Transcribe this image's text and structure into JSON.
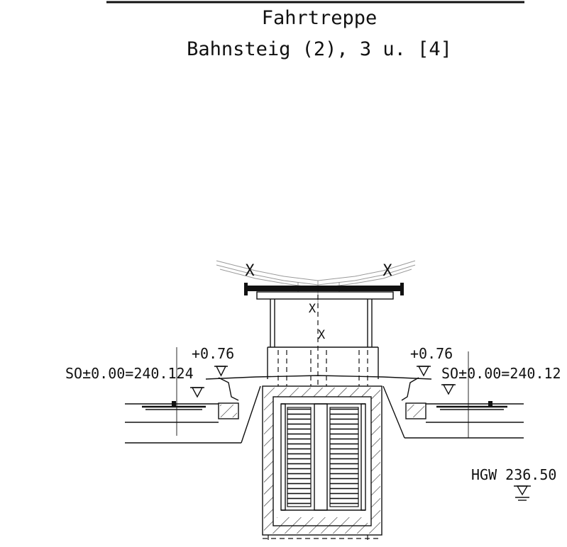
{
  "title": {
    "line1": "Fahrtreppe",
    "line2": "Bahnsteig (2), 3 u. [4]"
  },
  "labels": {
    "left_level": "+0.76",
    "right_level": "+0.76",
    "left_so": "SO±0.00=240.124",
    "right_so": "SO±0.00=240.12",
    "hgw": "HGW 236.50"
  },
  "markers": {
    "cross_symbol": "X"
  },
  "colors": {
    "line": "#111111",
    "ghost_line": "#9a9a9a",
    "background": "#ffffff"
  }
}
